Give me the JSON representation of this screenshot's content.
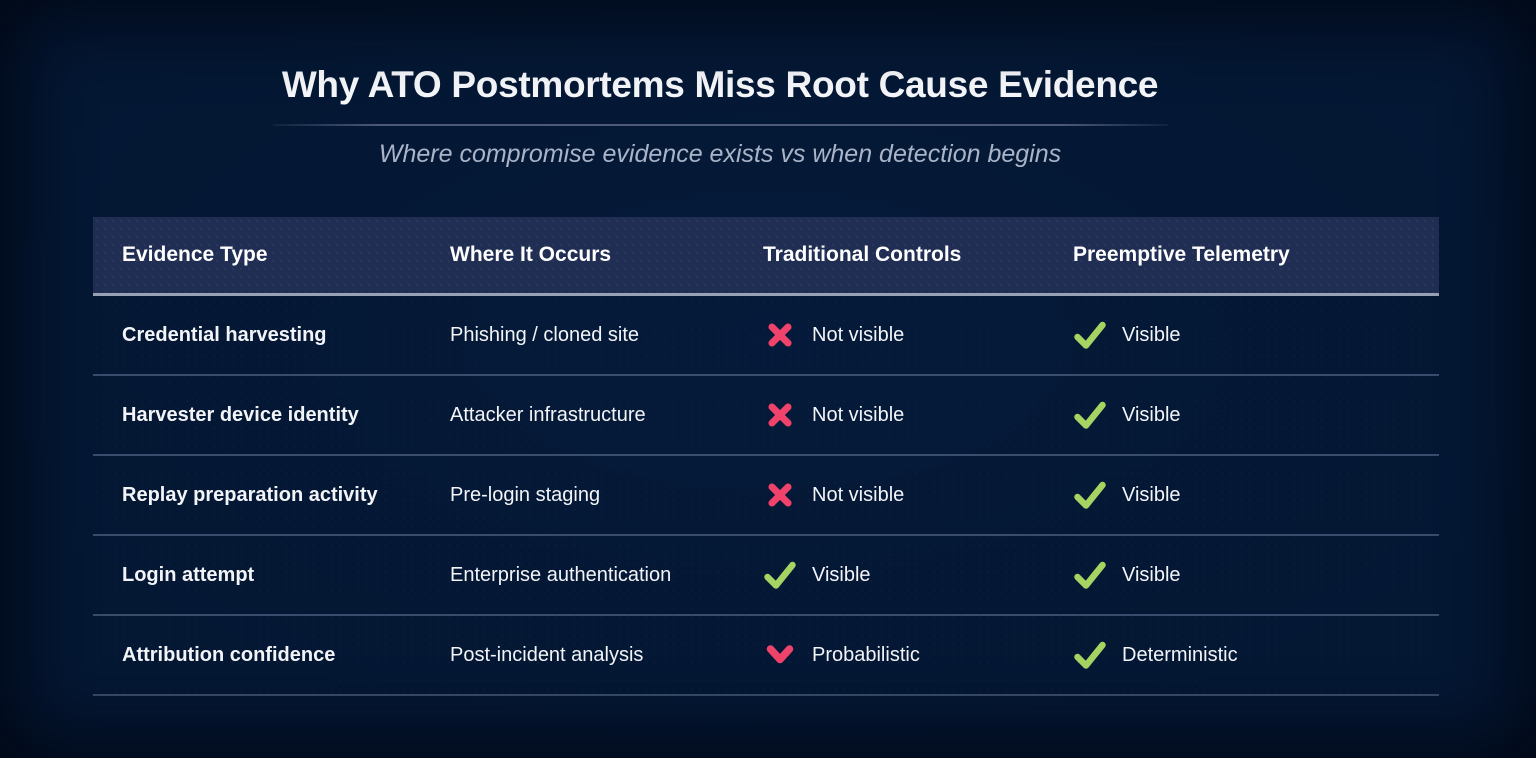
{
  "page": {
    "title": "Why ATO Postmortems Miss Root Cause Evidence",
    "subtitle": "Where compromise evidence exists vs when detection begins"
  },
  "colors": {
    "background": "#041733",
    "header_background": "#212e54",
    "negative_pink": "#f0436b",
    "positive_green": "#a5d463",
    "text": "#f2f4f8",
    "subtitle_text": "#aab4c8"
  },
  "table": {
    "columns": [
      "Evidence Type",
      "Where It Occurs",
      "Traditional Controls",
      "Preemptive Telemetry"
    ],
    "rows": [
      {
        "evidence_type": "Credential harvesting",
        "where_it_occurs": "Phishing / cloned site",
        "traditional_controls": {
          "icon": "x-icon",
          "label": "Not visible"
        },
        "preemptive_telemetry": {
          "icon": "check-icon",
          "label": "Visible"
        }
      },
      {
        "evidence_type": "Harvester device identity",
        "where_it_occurs": "Attacker infrastructure",
        "traditional_controls": {
          "icon": "x-icon",
          "label": "Not visible"
        },
        "preemptive_telemetry": {
          "icon": "check-icon",
          "label": "Visible"
        }
      },
      {
        "evidence_type": "Replay preparation activity",
        "where_it_occurs": "Pre-login staging",
        "traditional_controls": {
          "icon": "x-icon",
          "label": "Not visible"
        },
        "preemptive_telemetry": {
          "icon": "check-icon",
          "label": "Visible"
        }
      },
      {
        "evidence_type": "Login attempt",
        "where_it_occurs": "Enterprise authentication",
        "traditional_controls": {
          "icon": "check-icon",
          "label": "Visible"
        },
        "preemptive_telemetry": {
          "icon": "check-icon",
          "label": "Visible"
        }
      },
      {
        "evidence_type": "Attribution confidence",
        "where_it_occurs": "Post-incident analysis",
        "traditional_controls": {
          "icon": "chevron-down-icon",
          "label": "Probabilistic"
        },
        "preemptive_telemetry": {
          "icon": "check-icon",
          "label": "Deterministic"
        }
      }
    ]
  },
  "chart_data": {
    "type": "table",
    "title": "Why ATO Postmortems Miss Root Cause Evidence",
    "subtitle": "Where compromise evidence exists vs when detection begins",
    "columns": [
      "Evidence Type",
      "Where It Occurs",
      "Traditional Controls",
      "Preemptive Telemetry"
    ],
    "rows": [
      [
        "Credential harvesting",
        "Phishing / cloned site",
        "✗ Not visible",
        "✓ Visible"
      ],
      [
        "Harvester device identity",
        "Attacker infrastructure",
        "✗ Not visible",
        "✓ Visible"
      ],
      [
        "Replay preparation activity",
        "Pre-login staging",
        "✗ Not visible",
        "✓ Visible"
      ],
      [
        "Login attempt",
        "Enterprise authentication",
        "✓ Visible",
        "✓ Visible"
      ],
      [
        "Attribution confidence",
        "Post-incident analysis",
        "▼ Probabilistic",
        "✓ Deterministic"
      ]
    ],
    "legend_position": "none",
    "grid": "row-dividers"
  }
}
